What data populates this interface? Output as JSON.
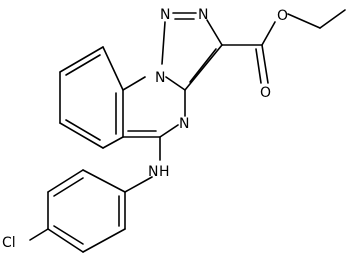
{
  "structure": {
    "line_color": "#000000",
    "background": "#ffffff",
    "atom_labels": {
      "N_triazole_left": "N",
      "N_triazole_mid": "N",
      "N_triazole_bridge": "N",
      "N_ring": "N",
      "O_ester_single": "O",
      "O_carbonyl": "O",
      "N_amine": "N",
      "H_amine": "H",
      "Cl": "Cl"
    }
  }
}
